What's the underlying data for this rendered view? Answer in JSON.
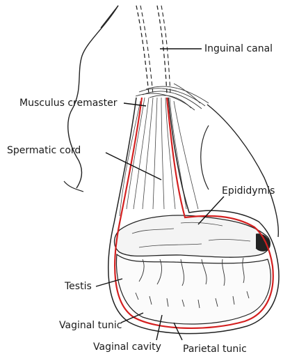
{
  "labels": {
    "inguinal_canal": "Inguinal canal",
    "musculus_cremaster": "Musculus cremaster",
    "spermatic_cord": "Spermatic cord",
    "epididymis": "Epididymis",
    "testis": "Testis",
    "vaginal_tunic": "Vaginal tunic",
    "vaginal_cavity": "Vaginal cavity",
    "parietal_tunic": "Parietal tunic"
  },
  "colors": {
    "line_art": "#222222",
    "tunic_highlight": "#d42020",
    "background": "#ffffff"
  }
}
